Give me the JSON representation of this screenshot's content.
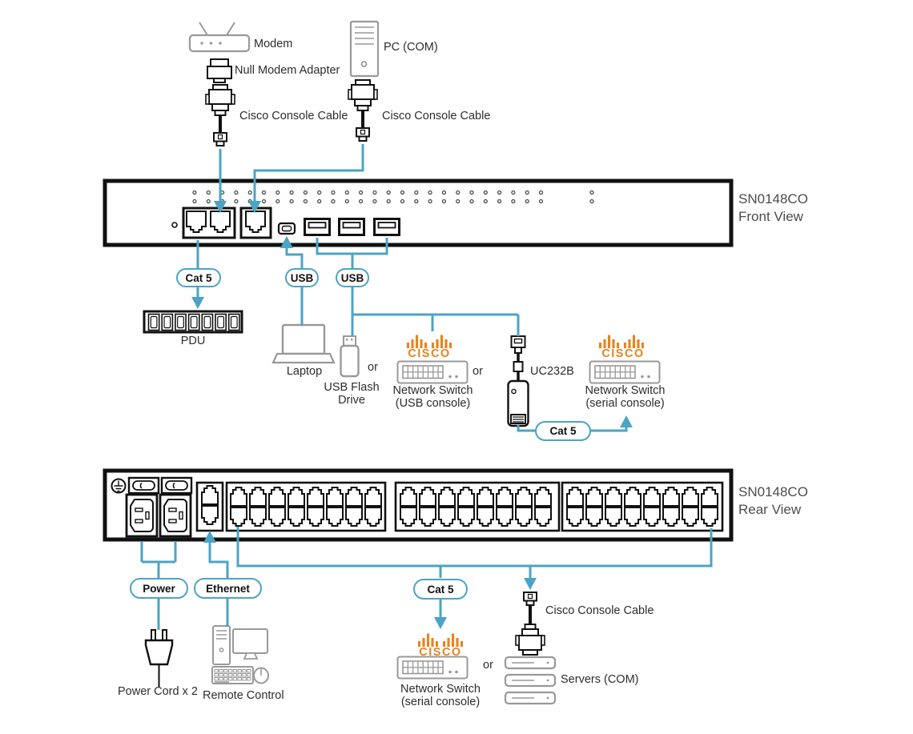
{
  "device": {
    "model": "SN0148CO",
    "front_view": "Front View",
    "rear_view": "Rear View"
  },
  "badges": {
    "cat5": "Cat 5",
    "usb": "USB",
    "power": "Power",
    "ethernet": "Ethernet"
  },
  "labels": {
    "modem": "Modem",
    "null_modem_adapter": "Null Modem Adapter",
    "cisco_console_cable": "Cisco Console Cable",
    "pc_com": "PC (COM)",
    "pdu": "PDU",
    "laptop": "Laptop",
    "usb_flash_drive": "USB Flash Drive",
    "or": "or",
    "cisco": "CISCO",
    "network_switch": "Network Switch",
    "usb_console": "(USB console)",
    "serial_console": "(serial console)",
    "uc232b": "UC232B",
    "power_cord": "Power Cord x 2",
    "remote_control": "Remote Control",
    "servers_com": "Servers (COM)"
  },
  "colors": {
    "cable_teal": "#4BA4C5",
    "cisco_orange": "#E8831D",
    "device_gray": "#999999",
    "outline_black": "#111111",
    "panel_label_gray": "#4C4C4C"
  }
}
